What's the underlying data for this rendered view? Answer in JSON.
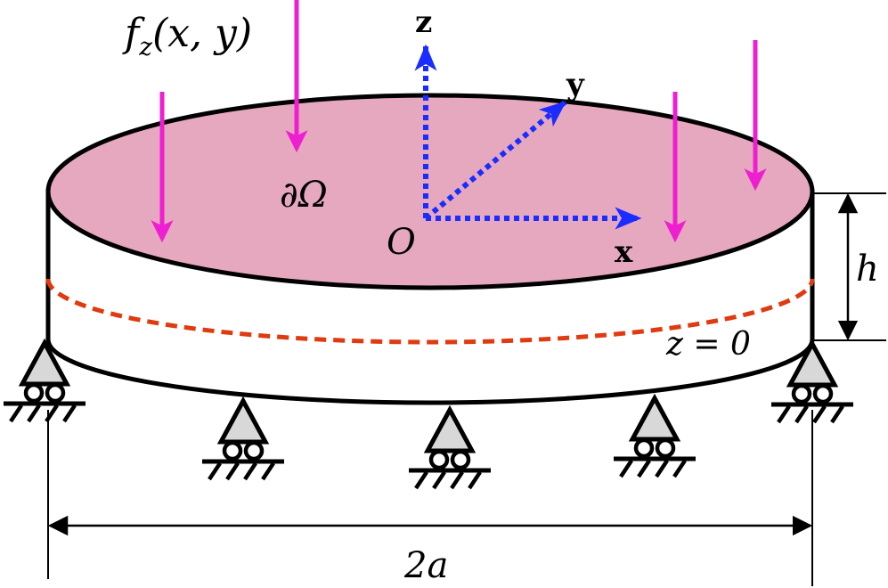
{
  "labels": {
    "load": "f_z(x, y)",
    "load_main": "f",
    "load_sub": "z",
    "load_args": "(x, y)",
    "boundary": "∂Ω",
    "origin": "O",
    "axis_x": "x",
    "axis_y": "y",
    "axis_z": "z",
    "thickness": "h",
    "midplane": "z = 0",
    "diameter": "2a"
  },
  "colors": {
    "plate_top": "#e6a8bf",
    "plate_side": "#ffffff",
    "outline": "#000000",
    "load_arrows": "#ee1fd0",
    "axes": "#1a2cff",
    "midplane_line": "#e03a10",
    "support_fill": "#d8d8d8"
  },
  "icons": {
    "support": "roller-support-icon",
    "load_arrow": "down-arrow-icon"
  }
}
